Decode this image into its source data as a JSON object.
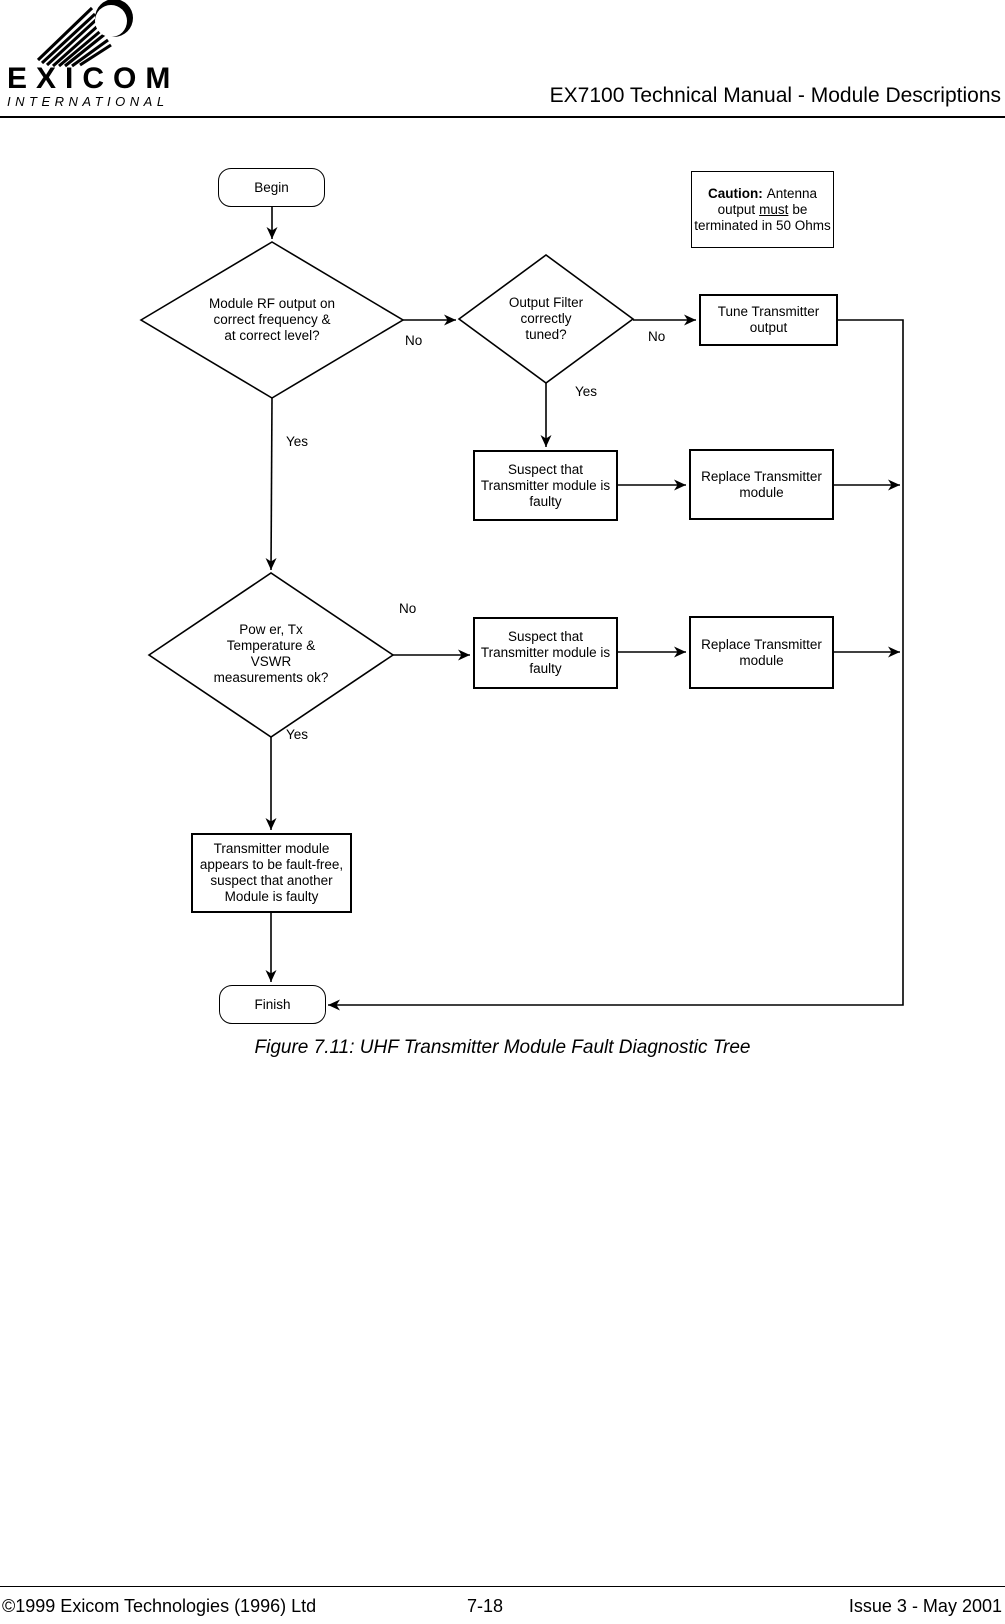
{
  "header": {
    "logo_name": "EXICOM",
    "logo_subtitle": "INTERNATIONAL",
    "title": "EX7100 Technical Manual - Module Descriptions"
  },
  "flowchart": {
    "nodes": {
      "begin": "Begin",
      "caution": {
        "line1_bold": "Caution:",
        "line1_rest": "Antenna",
        "line2_pre": "output",
        "line2_underlined": "must",
        "line2_post": "be",
        "line3": "terminated in 50 Ohms"
      },
      "decision_rf_output": "Module RF output on\ncorrect frequency &\nat correct level?",
      "decision_output_filter": "Output Filter\ncorrectly\ntuned?",
      "tune_transmitter": "Tune Transmitter\noutput",
      "suspect_module_1": "Suspect that\nTransmitter module is\nfaulty",
      "replace_module_1": "Replace Transmitter\nmodule",
      "decision_measurements": "Pow er, Tx\nTemperature &\nVSWR\nmeasurements ok?",
      "suspect_module_2": "Suspect that\nTransmitter module is\nfaulty",
      "replace_module_2": "Replace Transmitter\nmodule",
      "fault_free": "Transmitter module\nappears to be fault-free,\nsuspect that another\nModule is faulty",
      "finish": "Finish"
    },
    "labels": {
      "no_1": "No",
      "yes_1": "Yes",
      "no_2": "No",
      "yes_2": "Yes",
      "no_3": "No",
      "yes_3": "Yes"
    }
  },
  "caption": "Figure 7.11: UHF Transmitter Module Fault Diagnostic Tree",
  "footer": {
    "copyright": "©1999 Exicom Technologies (1996) Ltd",
    "page_number": "7-18",
    "issue": "Issue 3 - May 2001"
  }
}
